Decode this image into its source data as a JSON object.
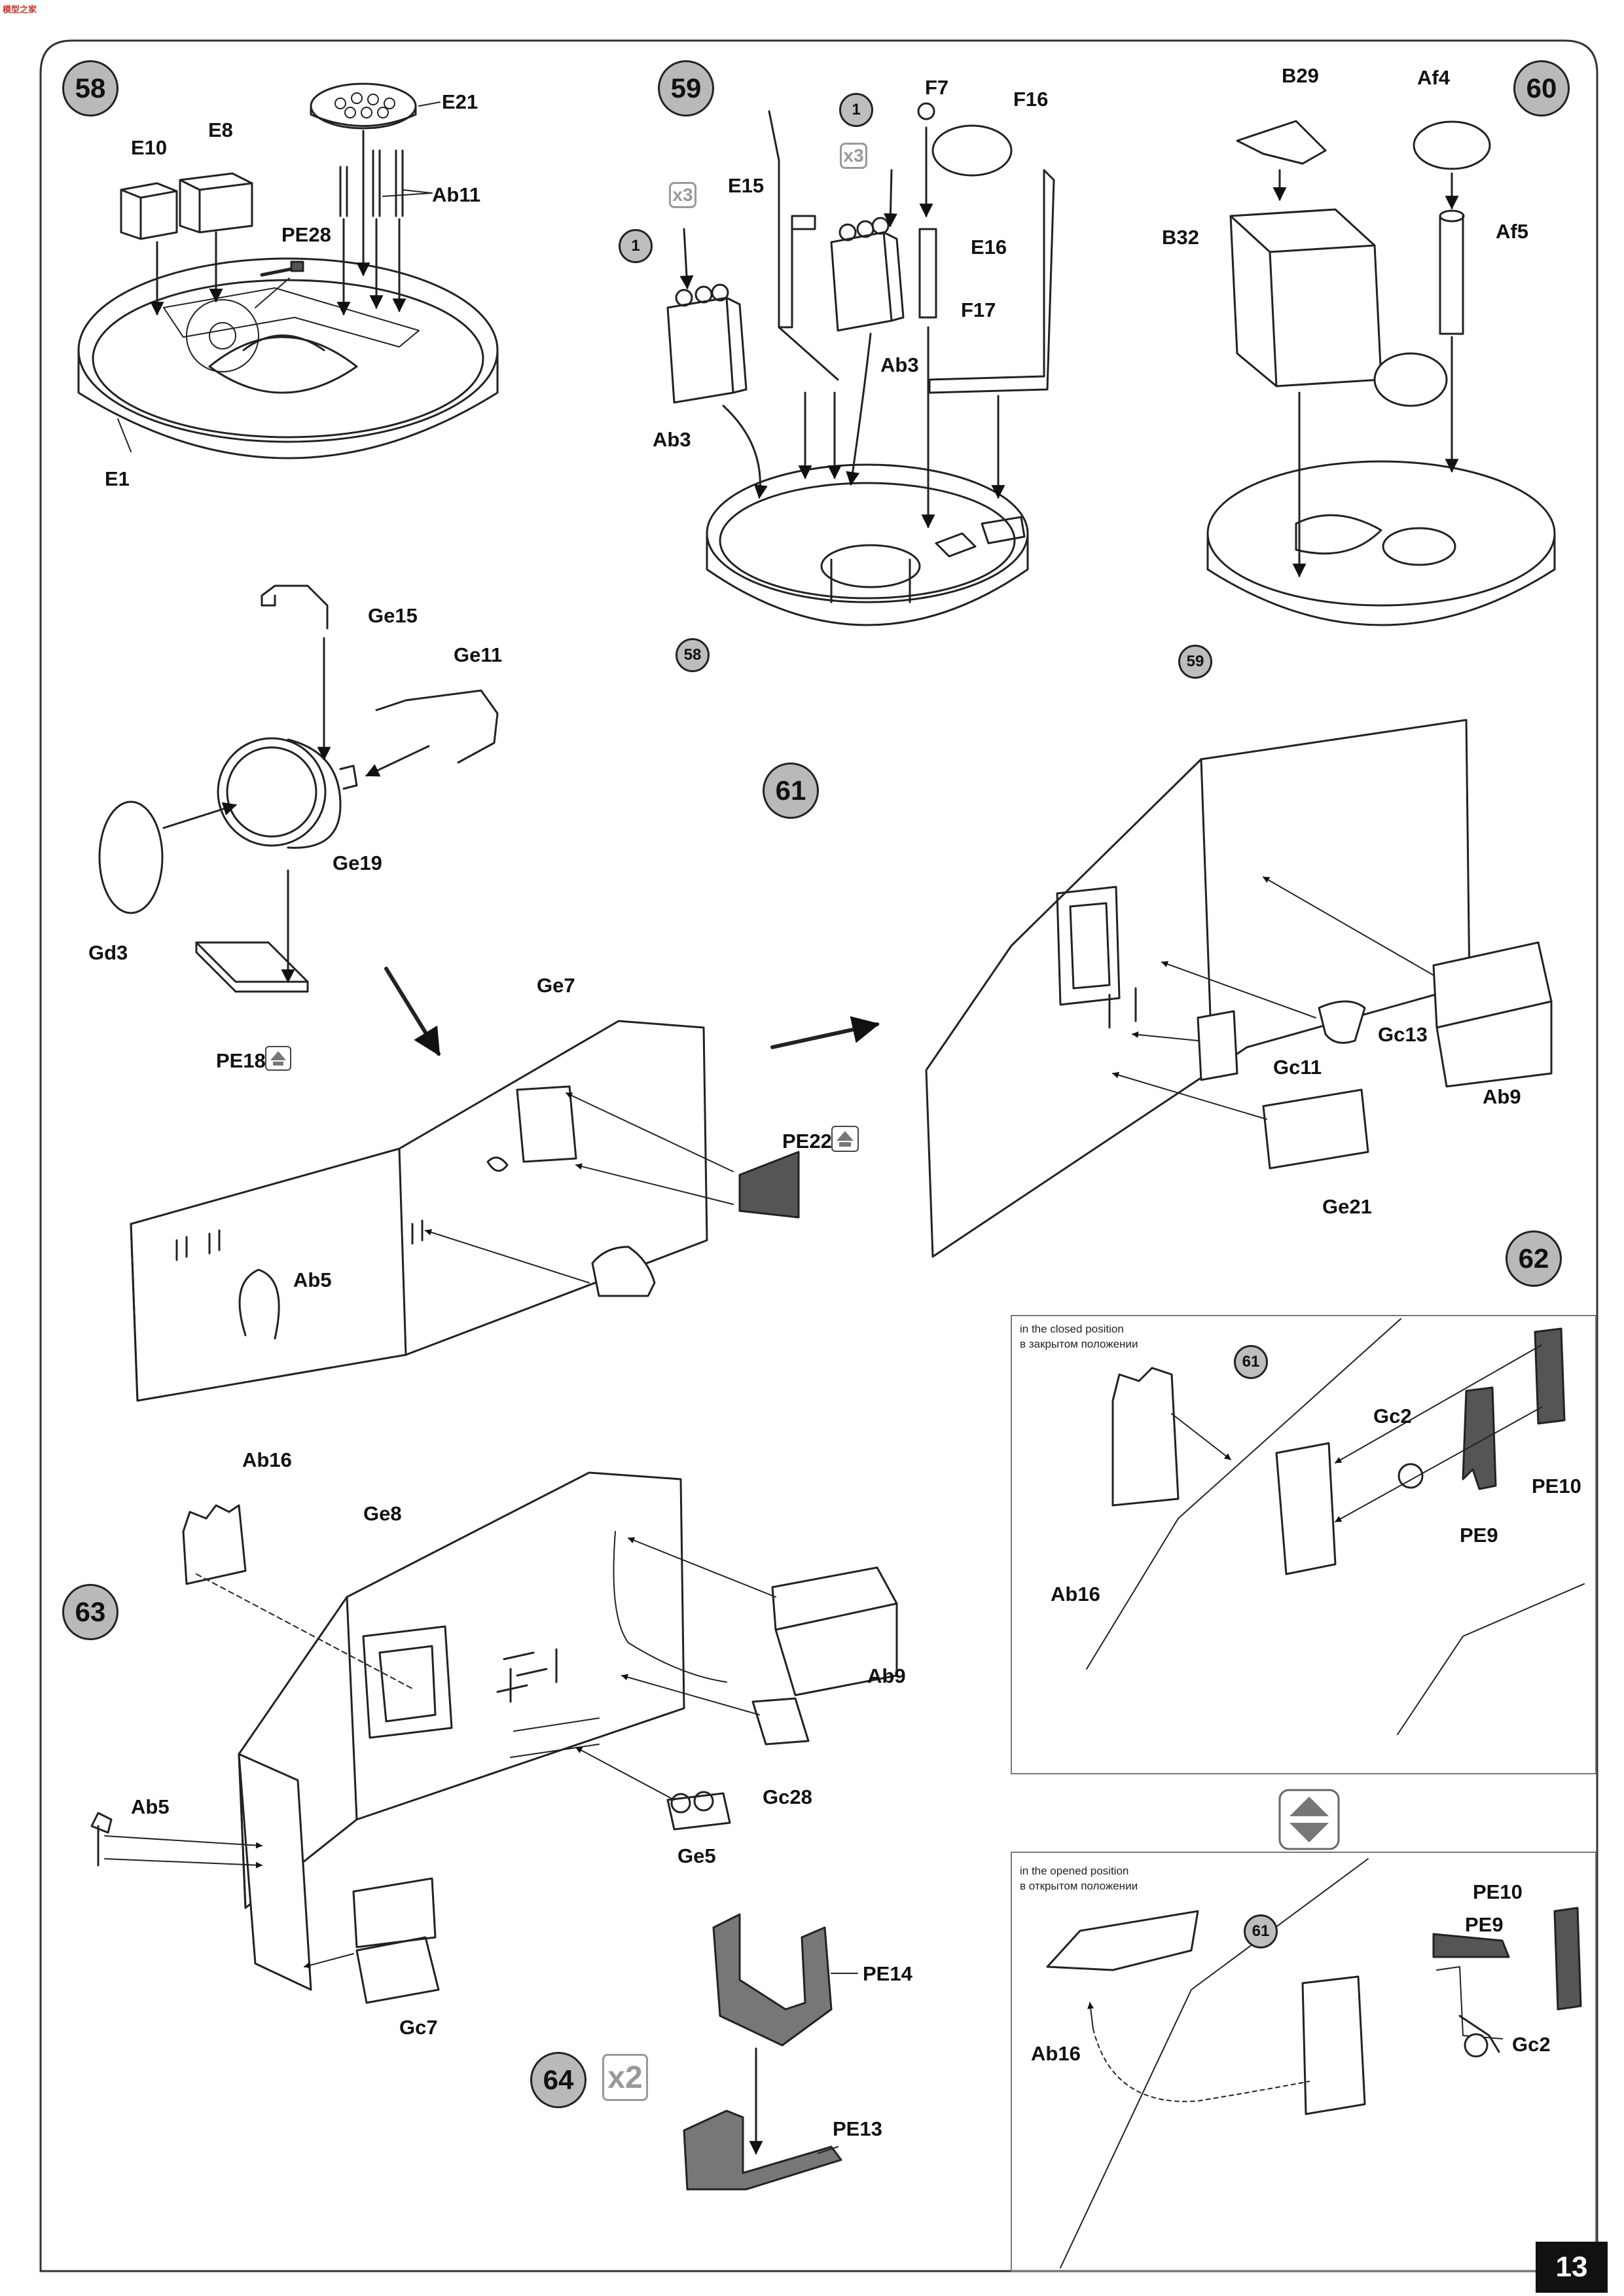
{
  "logo_text": "模型之家",
  "page_number": "13",
  "steps": [
    {
      "id": "58",
      "label": "58"
    },
    {
      "id": "59",
      "label": "59"
    },
    {
      "id": "60",
      "label": "60"
    },
    {
      "id": "61",
      "label": "61"
    },
    {
      "id": "62",
      "label": "62"
    },
    {
      "id": "63",
      "label": "63"
    },
    {
      "id": "64",
      "label": "64"
    }
  ],
  "references": {
    "r59_58": "58",
    "r60_59": "59",
    "r62a_61": "61",
    "r62b_61": "61",
    "r59_one_a": "1",
    "r59_one_b": "1"
  },
  "multipliers": {
    "m59_a": "x3",
    "m59_b": "x3",
    "m64": "x2"
  },
  "step58_labels": {
    "e21": "E21",
    "e8": "E8",
    "e10": "E10",
    "ab11": "Ab11",
    "pe28": "PE28",
    "e1": "E1"
  },
  "step59_labels": {
    "f7": "F7",
    "f16": "F16",
    "e15": "E15",
    "e16": "E16",
    "f17": "F17",
    "ab3a": "Ab3",
    "ab3b": "Ab3"
  },
  "step60_labels": {
    "b29": "B29",
    "af4": "Af4",
    "af5": "Af5",
    "b32": "B32"
  },
  "lamp_labels": {
    "ge15": "Ge15",
    "ge11": "Ge11",
    "ge19": "Ge19",
    "gd3": "Gd3",
    "pe18": "PE18"
  },
  "plate_labels": {
    "ge7": "Ge7",
    "pe22": "PE22",
    "ab5": "Ab5"
  },
  "step61_labels": {
    "gc13": "Gc13",
    "gc11": "Gc11",
    "ab9": "Ab9",
    "ge21": "Ge21"
  },
  "step62_labels": {
    "gc2a": "Gc2",
    "pe10a": "PE10",
    "pe9a": "PE9",
    "ab16a": "Ab16",
    "pe10b": "PE10",
    "pe9b": "PE9",
    "gc2b": "Gc2",
    "ab16b": "Ab16"
  },
  "step62_notes": {
    "closed_en": "in the closed position",
    "closed_ru": "в закрытом положении",
    "opened_en": "in the opened position",
    "opened_ru": "в открытом положении"
  },
  "step63_labels": {
    "ab16": "Ab16",
    "ge8": "Ge8",
    "ab9": "Ab9",
    "ab5": "Ab5",
    "gc28": "Gc28",
    "ge5": "Ge5",
    "gc7": "Gc7"
  },
  "step64_labels": {
    "pe14": "PE14",
    "pe13": "PE13"
  }
}
